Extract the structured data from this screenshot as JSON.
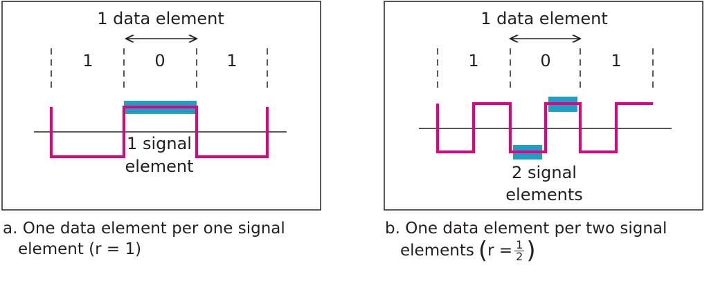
{
  "colors": {
    "signal": "#e6007e",
    "highlight": "#1ba1c8",
    "ink": "#231f20",
    "frame": "#231f20"
  },
  "panel_a": {
    "data_element_label": "1 data element",
    "bits": [
      "1",
      "0",
      "1"
    ],
    "signal_label_line1": "1 signal",
    "signal_label_line2": "element",
    "caption_line1": "a. One data element per one signal",
    "caption_line2": "element (r = 1)"
  },
  "panel_b": {
    "data_element_label": "1 data element",
    "bits": [
      "1",
      "0",
      "1"
    ],
    "signal_label_line1": "2 signal",
    "signal_label_line2": "elements",
    "caption_line1": "b. One data element per two signal",
    "caption_line2_prefix": "elements",
    "ratio_prefix": "r =",
    "ratio_num": "1",
    "ratio_den": "2"
  }
}
